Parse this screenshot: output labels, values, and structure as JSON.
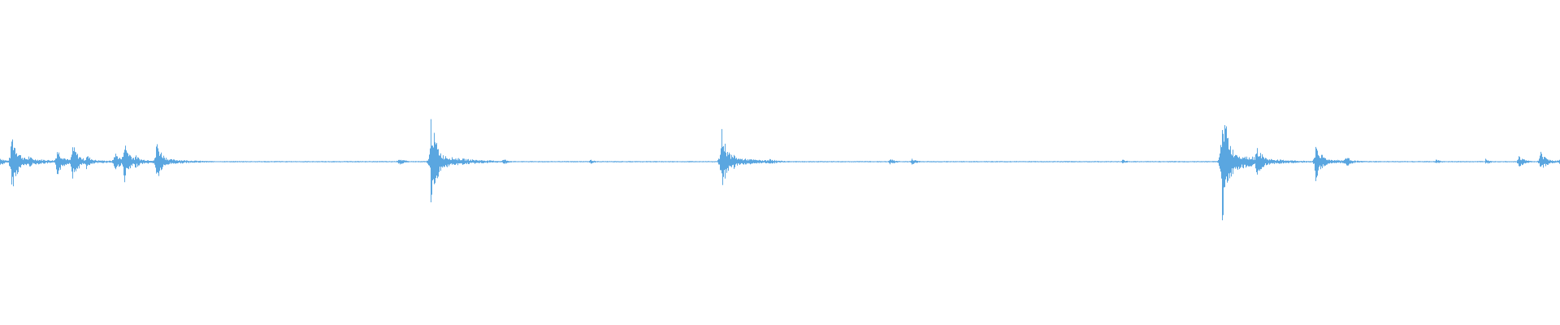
{
  "waveform": {
    "color": "#5aa6e0",
    "peaks": [
      {
        "t": 0.0,
        "amp": 0.05
      },
      {
        "t": 0.007,
        "amp": 0.42
      },
      {
        "t": 0.012,
        "amp": 0.1
      },
      {
        "t": 0.018,
        "amp": 0.08
      },
      {
        "t": 0.036,
        "amp": 0.2
      },
      {
        "t": 0.046,
        "amp": 0.25
      },
      {
        "t": 0.055,
        "amp": 0.1
      },
      {
        "t": 0.073,
        "amp": 0.14
      },
      {
        "t": 0.079,
        "amp": 0.3
      },
      {
        "t": 0.086,
        "amp": 0.1
      },
      {
        "t": 0.1,
        "amp": 0.28
      },
      {
        "t": 0.106,
        "amp": 0.06
      },
      {
        "t": 0.255,
        "amp": 0.05
      },
      {
        "t": 0.276,
        "amp": 0.6
      },
      {
        "t": 0.285,
        "amp": 0.1
      },
      {
        "t": 0.322,
        "amp": 0.04
      },
      {
        "t": 0.378,
        "amp": 0.03
      },
      {
        "t": 0.462,
        "amp": 0.45
      },
      {
        "t": 0.47,
        "amp": 0.1
      },
      {
        "t": 0.493,
        "amp": 0.05
      },
      {
        "t": 0.57,
        "amp": 0.04
      },
      {
        "t": 0.584,
        "amp": 0.04
      },
      {
        "t": 0.719,
        "amp": 0.03
      },
      {
        "t": 0.783,
        "amp": 0.9
      },
      {
        "t": 0.792,
        "amp": 0.15
      },
      {
        "t": 0.805,
        "amp": 0.24
      },
      {
        "t": 0.843,
        "amp": 0.26
      },
      {
        "t": 0.862,
        "amp": 0.08
      },
      {
        "t": 0.92,
        "amp": 0.03
      },
      {
        "t": 0.952,
        "amp": 0.04
      },
      {
        "t": 0.973,
        "amp": 0.08
      },
      {
        "t": 0.987,
        "amp": 0.14
      },
      {
        "t": 1.0,
        "amp": 0.1
      }
    ]
  }
}
